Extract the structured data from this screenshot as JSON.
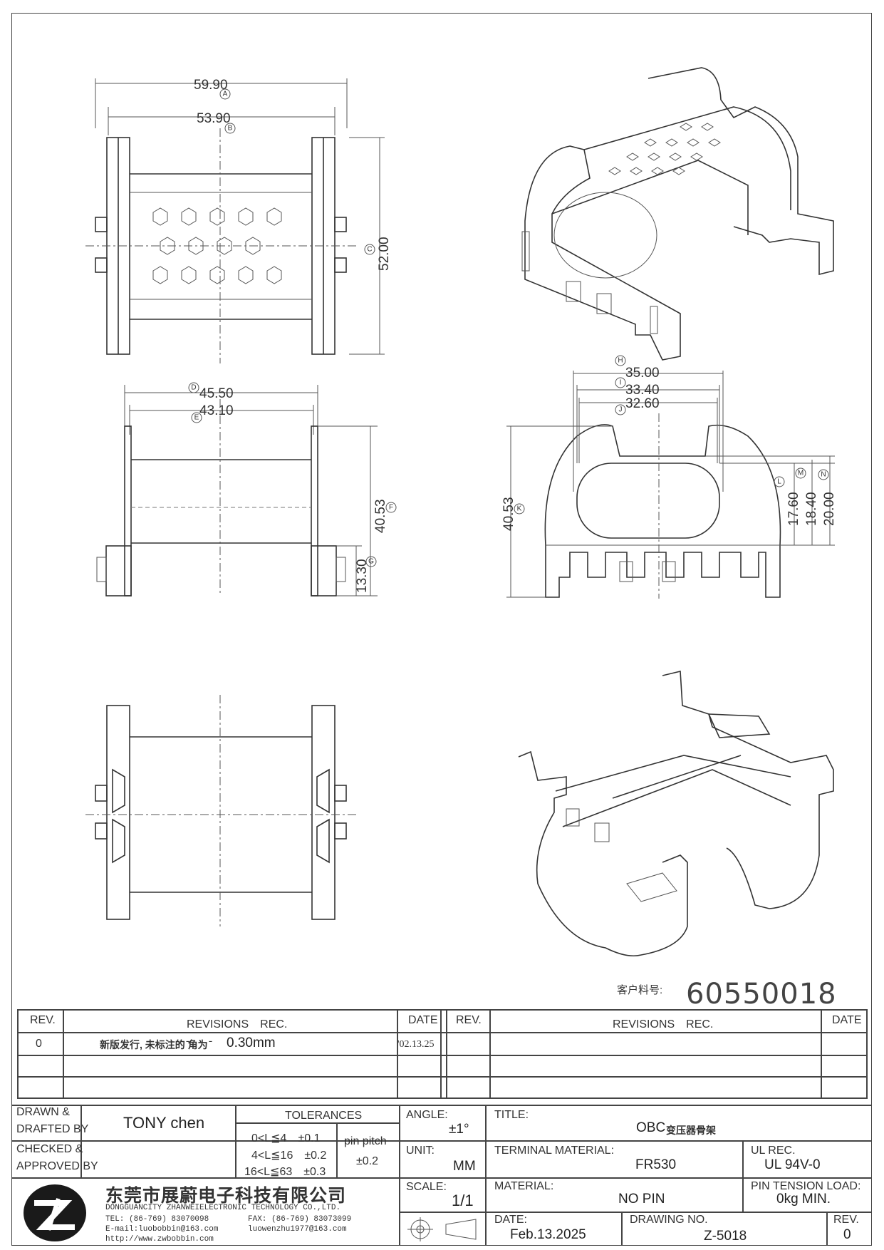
{
  "customer_part": {
    "label": "客户料号:",
    "value": "60550018"
  },
  "dimensions": {
    "top_view": {
      "a": "59.90",
      "b": "53.90",
      "c": "52.00",
      "a_tag": "A",
      "b_tag": "B",
      "c_tag": "C"
    },
    "side_view": {
      "d": "45.50",
      "e": "43.10",
      "f": "40.53",
      "g": "13.30",
      "d_tag": "D",
      "e_tag": "E",
      "f_tag": "F",
      "g_tag": "G"
    },
    "front_view": {
      "h": "35.00",
      "i": "33.40",
      "j": "32.60",
      "k": "40.53",
      "l": "17.60",
      "m": "18.40",
      "n": "20.00",
      "h_tag": "H",
      "i_tag": "I",
      "j_tag": "J",
      "k_tag": "K",
      "l_tag": "L",
      "m_tag": "M",
      "n_tag": "N"
    }
  },
  "revisions": {
    "headers": {
      "rev": "REV.",
      "rec": "REVISIONS　REC.",
      "date": "DATE"
    },
    "left_rows": [
      {
        "rev": "0",
        "rec": "新版发行, 未标注的 ̄角为 ̄",
        "rec_value": "0.30mm",
        "date": "'02.13.25"
      },
      {
        "rev": "",
        "rec": "",
        "rec_value": "",
        "date": ""
      },
      {
        "rev": "",
        "rec": "",
        "rec_value": "",
        "date": ""
      }
    ]
  },
  "title_block": {
    "drawn_label": "DRAWN &",
    "drafted_label": "DRAFTED BY",
    "drawn_by": "TONY chen",
    "checked_label": "CHECKED &",
    "approved_label": "APPROVED BY",
    "tolerances_label": "TOLERANCES",
    "tol_rows": [
      "0<L≦4　±0.1",
      "4<L≦16　±0.2",
      "16<L≦63　±0.3"
    ],
    "pin_pitch_label": "pin pitch",
    "pin_pitch_value": "±0.2",
    "angle_label": "ANGLE:",
    "angle_value": "±1°",
    "unit_label": "UNIT:",
    "unit_value": "MM",
    "scale_label": "SCALE:",
    "scale_value": "1/1",
    "title_label": "TITLE:",
    "title_value_en": "OBC",
    "title_value_cn": "变压器骨架",
    "terminal_label": "TERMINAL MATERIAL:",
    "terminal_value": "FR530",
    "ul_label": "UL REC.",
    "ul_value": "UL 94V-0",
    "material_label": "MATERIAL:",
    "material_value": "NO PIN",
    "pin_tension_label": "PIN TENSION LOAD:",
    "pin_tension_value": "0kg MIN.",
    "date_label": "DATE:",
    "date_value": "Feb.13.2025",
    "drawing_no_label": "DRAWING NO.",
    "drawing_no_value": "Z-5018",
    "rev_label": "REV.",
    "rev_value": "0"
  },
  "company": {
    "name_cn": "东莞市展蔚电子科技有限公司",
    "name_en": "DONGGUANCITY ZHANWEIELECTRONIC TECHNOLOGY CO.,LTD.",
    "tel": "TEL: (86-769) 83070098",
    "fax": "FAX: (86-769) 83073099",
    "email1": "E-mail:luobobbin@163.com",
    "email2": "luowenzhu1977@163.com",
    "web": "http://www.zwbobbin.com"
  }
}
